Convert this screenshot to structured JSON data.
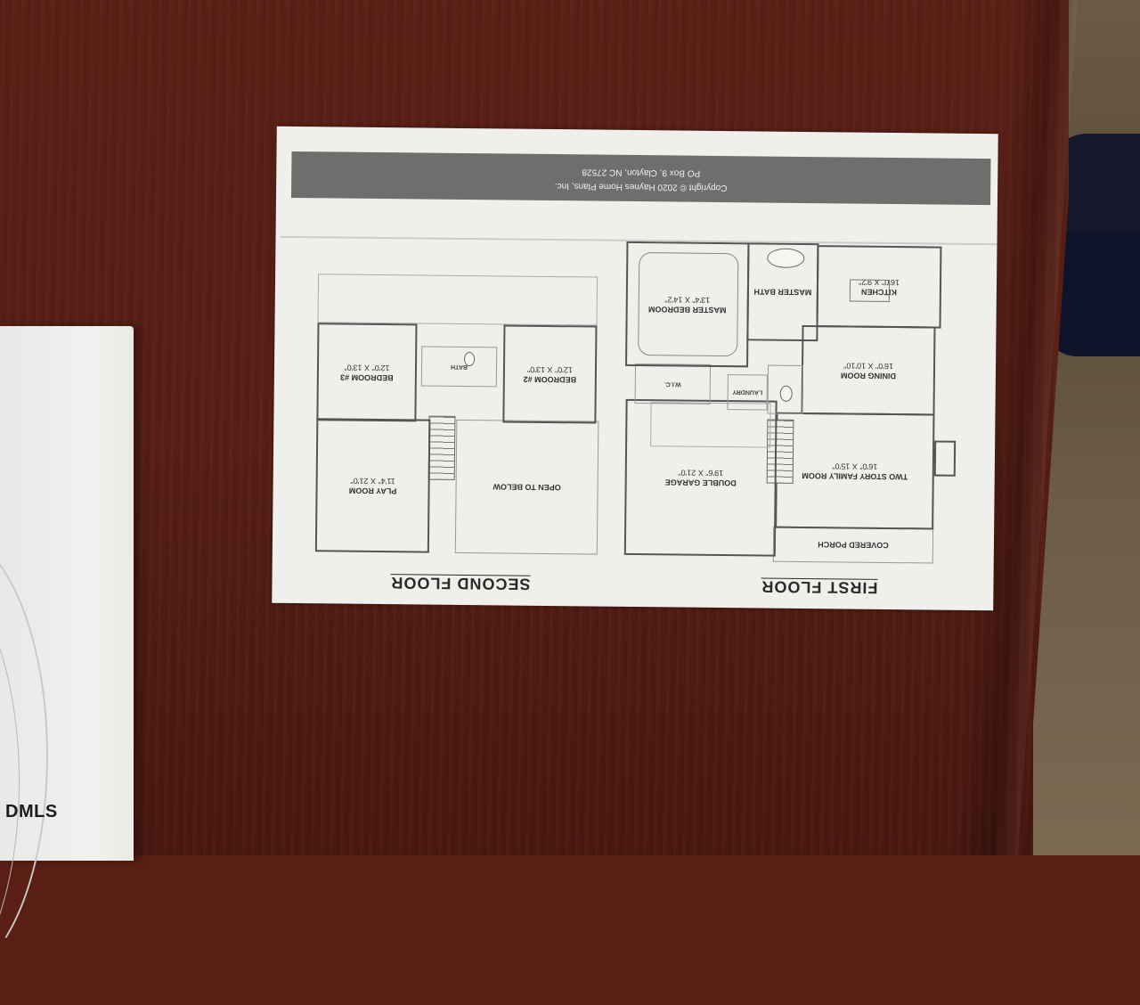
{
  "scene": {
    "description": "Photo of a printed house floor plan lying upside down on a dark wooden table",
    "colors": {
      "table_wood": "#5a1f14",
      "paper": "#efefec",
      "copyright_bar": "#6e6e6c",
      "plan_lines": "#4a4a4a"
    }
  },
  "watermark": {
    "text": "DMLS"
  },
  "floor_plan": {
    "copyright": {
      "line1": "Copyright © 2020 Haynes Home Plans, Inc.",
      "line2": "PO Box 9, Clayton, NC 27528"
    },
    "first_floor": {
      "title": "FIRST FLOOR",
      "rooms": {
        "covered_porch": {
          "name": "COVERED PORCH"
        },
        "family_room": {
          "name": "TWO STORY FAMILY ROOM",
          "dims": "16'0\" X 15'0\""
        },
        "double_garage": {
          "name": "DOUBLE GARAGE",
          "dims": "19'6\" X 21'0\""
        },
        "dining_room": {
          "name": "DINING ROOM",
          "dims": "16'0\" X 10'10\""
        },
        "kitchen": {
          "name": "KITCHEN",
          "dims": "16'0\" X 9'2\""
        },
        "master_bedroom": {
          "name": "MASTER BEDROOM",
          "dims": "13'4\" X 14'2\""
        },
        "master_bath": {
          "name": "MASTER BATH"
        },
        "wic": {
          "name": "W.I.C."
        },
        "laundry": {
          "name": "LAUNDRY"
        }
      }
    },
    "second_floor": {
      "title": "SECOND FLOOR",
      "rooms": {
        "play_room": {
          "name": "PLAY ROOM",
          "dims": "11'4\" X 21'0\""
        },
        "open_to_below": {
          "name": "OPEN TO BELOW"
        },
        "bedroom_2": {
          "name": "BEDROOM #2",
          "dims": "12'0\" X 13'0\""
        },
        "bedroom_3": {
          "name": "BEDROOM #3",
          "dims": "12'0\" X 13'0\""
        },
        "bath": {
          "name": "BATH"
        }
      }
    }
  }
}
